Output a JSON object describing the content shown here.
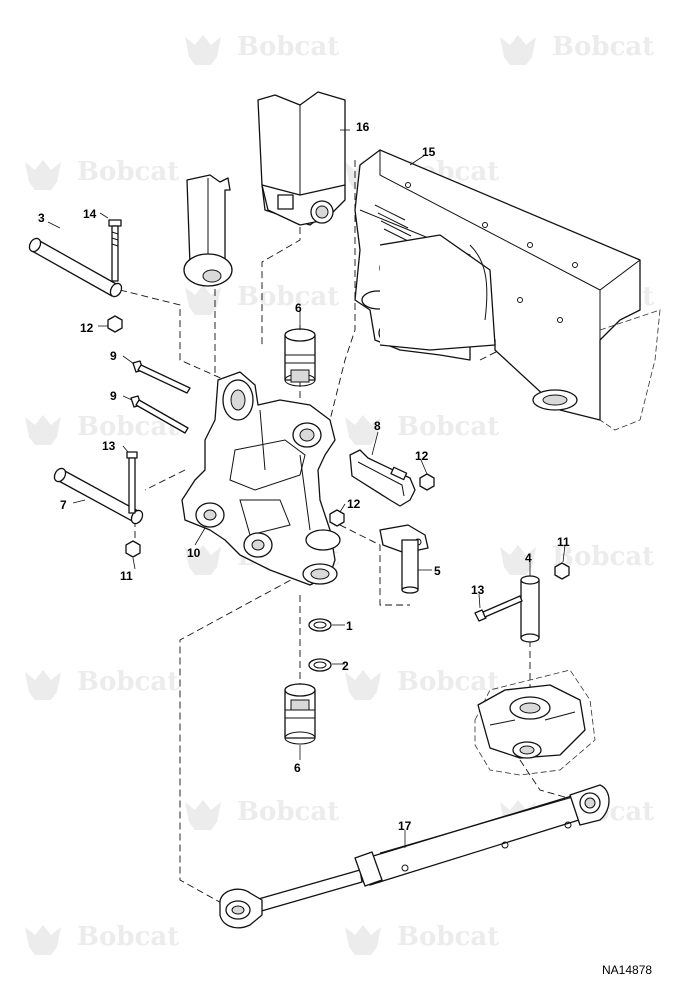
{
  "watermark": {
    "brand": "Bobcat"
  },
  "diagram_id": "NA14878",
  "callouts": {
    "c1": "1",
    "c2": "2",
    "c3": "3",
    "c4": "4",
    "c5": "5",
    "c6a": "6",
    "c6b": "6",
    "c7": "7",
    "c8": "8",
    "c9a": "9",
    "c9b": "9",
    "c10": "10",
    "c11a": "11",
    "c11b": "11",
    "c12a": "12",
    "c12b": "12",
    "c12c": "12",
    "c13a": "13",
    "c13b": "13",
    "c14": "14",
    "c15": "15",
    "c16": "16",
    "c17": "17"
  }
}
